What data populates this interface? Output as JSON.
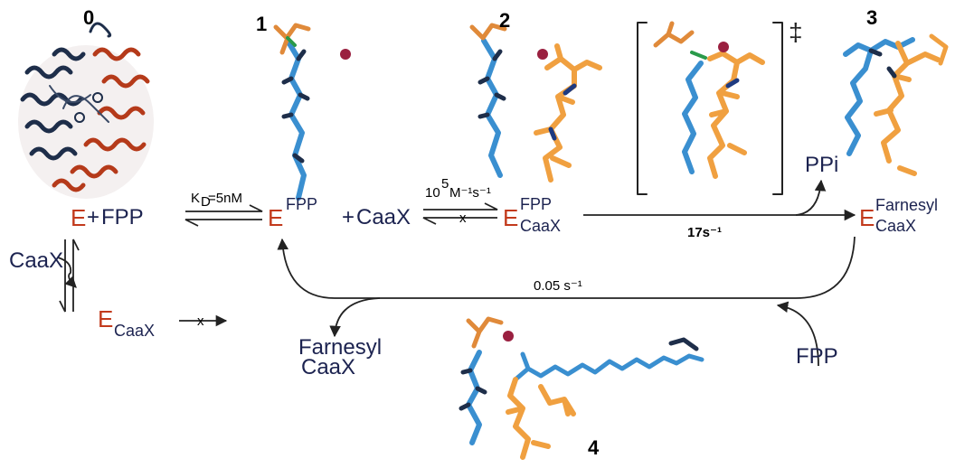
{
  "labels": {
    "n0": "0",
    "n1": "1",
    "n2": "2",
    "n3": "3",
    "n4": "4",
    "e": "E",
    "plus": "+",
    "fpp": "FPP",
    "caax": "CaaX",
    "farnesyl": "Farnesyl",
    "ppi": "PPi",
    "dagger": "‡",
    "cross": "x",
    "kd_k": "K",
    "kd_d": "D",
    "kd_val": "=5nM",
    "k_on_base": "10",
    "k_on_exp": "5",
    "k_on_units": "M⁻¹s⁻¹",
    "k_chem": "17s⁻¹",
    "k_release": "0.05 s⁻¹"
  },
  "colors": {
    "enzyme": "#c23a1c",
    "species": "#1c2350",
    "helix_dark": "#1e2e4a",
    "helix_red": "#b53a1a",
    "stick_blue": "#3a8fd0",
    "stick_orange": "#f0a040",
    "atom": "#9a2040"
  }
}
